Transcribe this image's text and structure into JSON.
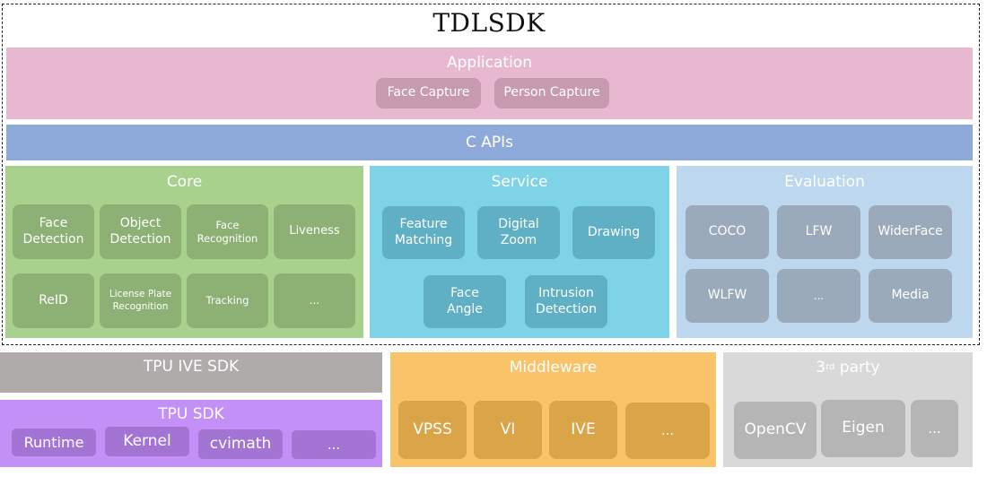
{
  "title": "TDLSDK",
  "application": {
    "label": "Application",
    "items": [
      "Face Capture",
      "Person Capture"
    ]
  },
  "c_apis": {
    "label": "C APIs"
  },
  "core": {
    "label": "Core",
    "items": [
      "Face\nDetection",
      "Object\nDetection",
      "Face\nRecognition",
      "Liveness",
      "ReID",
      "License Plate\nRecognition",
      "Tracking",
      "..."
    ]
  },
  "service": {
    "label": "Service",
    "items": [
      "Feature\nMatching",
      "Digital\nZoom",
      "Drawing",
      "Face\nAngle",
      "Intrusion\nDetection"
    ]
  },
  "evaluation": {
    "label": "Evaluation",
    "items": [
      "COCO",
      "LFW",
      "WiderFace",
      "WLFW",
      "...",
      "Media"
    ]
  },
  "tpu_ive_sdk": {
    "label": "TPU IVE SDK"
  },
  "tpu_sdk": {
    "label": "TPU SDK",
    "items": [
      "Runtime",
      "Kernel",
      "cvimath",
      "..."
    ]
  },
  "middleware": {
    "label": "Middleware",
    "items": [
      "VPSS",
      "VI",
      "IVE",
      "..."
    ]
  },
  "third_party": {
    "label_main": "3",
    "label_sup": "rd",
    "label_rest": " party",
    "items": [
      "OpenCV",
      "Eigen",
      "..."
    ]
  },
  "colors": {
    "application_bg": "#e8b8d0",
    "application_chip": "#c79ab0",
    "c_apis_bg": "#8eaadb",
    "core_bg": "#a9d18e",
    "core_chip": "#8db174",
    "service_bg": "#7fd3e6",
    "service_chip": "#5fb0c5",
    "evaluation_bg": "#bdd7ee",
    "evaluation_chip": "#9aaabb",
    "tpu_ive_bg": "#afabab",
    "tpu_sdk_bg": "#c390f7",
    "tpu_sdk_chip": "#a474d4",
    "middleware_bg": "#f9c36a",
    "middleware_chip": "#daa548",
    "third_party_bg": "#d9d9d9",
    "third_party_chip": "#b5b5b5"
  }
}
